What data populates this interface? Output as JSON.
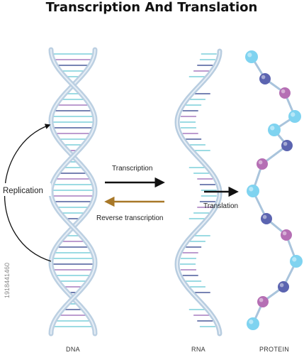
{
  "title": "Transcription And Translation",
  "labels": {
    "replication": "Replication",
    "transcription": "Transcription",
    "reverse_transcription": "Reverse transcription",
    "translation": "Translation",
    "dna": "DNA",
    "rna": "RNA",
    "protein": "PROTEIN"
  },
  "stock_id": "1918441460",
  "colors": {
    "strand": "#b8cde0",
    "rung_teal": "#7ccfda",
    "rung_purple": "#a77bbf",
    "rung_navy": "#4a5a9a",
    "bead_cyan": "#7fd3f0",
    "bead_purple": "#b56fb4",
    "bead_navy": "#5b64b0",
    "arrow_black": "#111111",
    "arrow_brown": "#a87828",
    "chain": "#a9c4dc"
  },
  "icons": {
    "transcription_arrow": "arrow-right-icon",
    "reverse_arrow": "arrow-left-icon",
    "translation_arrow": "arrow-right-icon",
    "replication_arrow": "curved-arrow-icon"
  }
}
